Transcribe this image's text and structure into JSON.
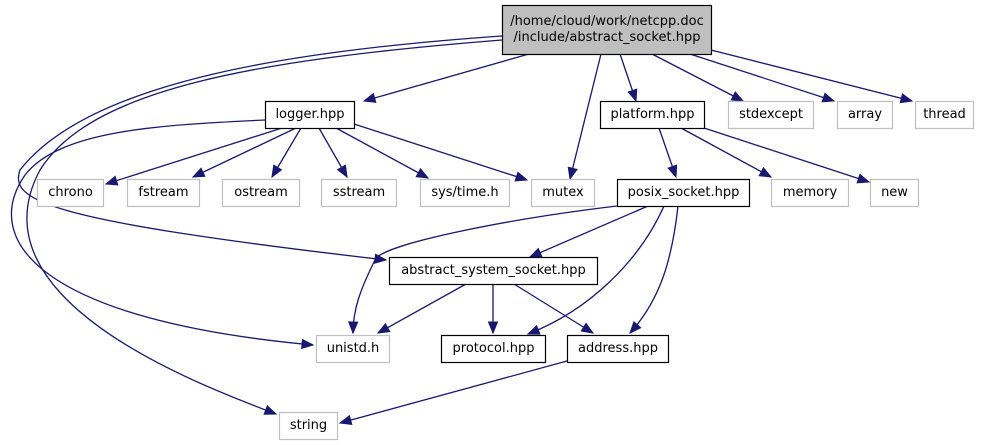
{
  "diagram": {
    "type": "include-dependency-graph",
    "colors": {
      "edge": "#191970",
      "root_fill": "#bfbfbf",
      "root_border": "#000000",
      "project_border": "#000000",
      "external_border": "#bfbfbf",
      "node_fill": "#ffffff"
    },
    "nodes": [
      {
        "id": "root",
        "lines": [
          "/home/cloud/work/netcpp.doc",
          "/include/abstract_socket.hpp"
        ],
        "kind": "root"
      },
      {
        "id": "logger",
        "lines": [
          "logger.hpp"
        ],
        "kind": "project"
      },
      {
        "id": "platform",
        "lines": [
          "platform.hpp"
        ],
        "kind": "project"
      },
      {
        "id": "stdexcept",
        "lines": [
          "stdexcept"
        ],
        "kind": "external"
      },
      {
        "id": "array",
        "lines": [
          "array"
        ],
        "kind": "external"
      },
      {
        "id": "thread",
        "lines": [
          "thread"
        ],
        "kind": "external"
      },
      {
        "id": "chrono",
        "lines": [
          "chrono"
        ],
        "kind": "external"
      },
      {
        "id": "fstream",
        "lines": [
          "fstream"
        ],
        "kind": "external"
      },
      {
        "id": "ostream",
        "lines": [
          "ostream"
        ],
        "kind": "external"
      },
      {
        "id": "sstream",
        "lines": [
          "sstream"
        ],
        "kind": "external"
      },
      {
        "id": "systime",
        "lines": [
          "sys/time.h"
        ],
        "kind": "external"
      },
      {
        "id": "mutex",
        "lines": [
          "mutex"
        ],
        "kind": "external"
      },
      {
        "id": "posix",
        "lines": [
          "posix_socket.hpp"
        ],
        "kind": "project"
      },
      {
        "id": "memory",
        "lines": [
          "memory"
        ],
        "kind": "external"
      },
      {
        "id": "new",
        "lines": [
          "new"
        ],
        "kind": "external"
      },
      {
        "id": "abssys",
        "lines": [
          "abstract_system_socket.hpp"
        ],
        "kind": "project"
      },
      {
        "id": "unistd",
        "lines": [
          "unistd.h"
        ],
        "kind": "external"
      },
      {
        "id": "protocol",
        "lines": [
          "protocol.hpp"
        ],
        "kind": "project"
      },
      {
        "id": "address",
        "lines": [
          "address.hpp"
        ],
        "kind": "project"
      },
      {
        "id": "string",
        "lines": [
          "string"
        ],
        "kind": "external"
      }
    ],
    "edges": [
      {
        "from": "root",
        "to": "logger"
      },
      {
        "from": "root",
        "to": "mutex"
      },
      {
        "from": "root",
        "to": "platform"
      },
      {
        "from": "root",
        "to": "stdexcept"
      },
      {
        "from": "root",
        "to": "array"
      },
      {
        "from": "root",
        "to": "thread"
      },
      {
        "from": "root",
        "to": "abssys"
      },
      {
        "from": "root",
        "to": "string"
      },
      {
        "from": "logger",
        "to": "chrono"
      },
      {
        "from": "logger",
        "to": "fstream"
      },
      {
        "from": "logger",
        "to": "ostream"
      },
      {
        "from": "logger",
        "to": "sstream"
      },
      {
        "from": "logger",
        "to": "systime"
      },
      {
        "from": "logger",
        "to": "mutex"
      },
      {
        "from": "logger",
        "to": "unistd"
      },
      {
        "from": "platform",
        "to": "posix"
      },
      {
        "from": "platform",
        "to": "memory"
      },
      {
        "from": "platform",
        "to": "new"
      },
      {
        "from": "posix",
        "to": "abssys"
      },
      {
        "from": "posix",
        "to": "unistd"
      },
      {
        "from": "posix",
        "to": "protocol"
      },
      {
        "from": "posix",
        "to": "address"
      },
      {
        "from": "abssys",
        "to": "unistd"
      },
      {
        "from": "abssys",
        "to": "protocol"
      },
      {
        "from": "abssys",
        "to": "address"
      },
      {
        "from": "address",
        "to": "string"
      }
    ]
  }
}
